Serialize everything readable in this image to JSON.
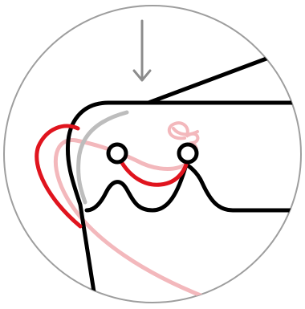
{
  "diagram": {
    "kind": "instruction-illustration",
    "colors": {
      "background": "#ffffff",
      "circle_outline": "#9e9e9e",
      "arrow": "#8c8c8c",
      "line_art": "#000000",
      "guide_line": "#bdbdbd",
      "thread_active": "#e0141e",
      "thread_faded": "#f3b8bc"
    },
    "icons": [
      "down-arrow-icon",
      "knot-icon"
    ],
    "elements": [
      "circle-frame",
      "down-arrow-icon",
      "slanted-edge-line",
      "outer-panel-outline",
      "guide-curve",
      "scalloped-panel-outline",
      "hole-left",
      "hole-right",
      "thread-front-stitch",
      "thread-faded-tail",
      "thread-loop-left",
      "knot-icon"
    ]
  }
}
